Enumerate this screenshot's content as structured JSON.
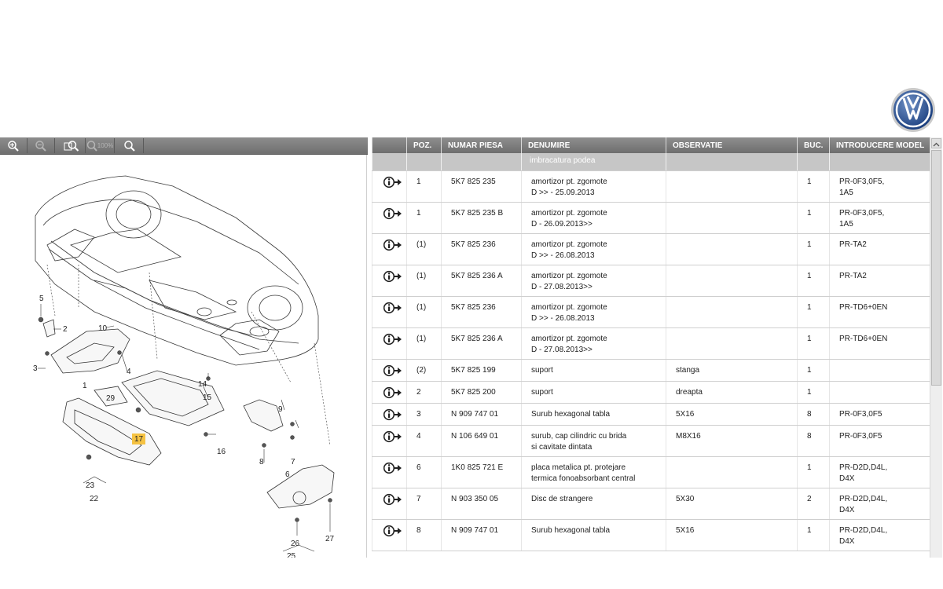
{
  "toolbar": {
    "zoom_in_icon": "magnifier-plus-icon",
    "zoom_out_icon": "magnifier-minus-icon",
    "zoom_fit_icon": "magnifier-fit-icon",
    "zoom_100_label": "100%",
    "search_icon": "magnifier-icon"
  },
  "diagram": {
    "callouts": [
      "5",
      "2",
      "10",
      "3",
      "4",
      "1",
      "14",
      "15",
      "29",
      "16",
      "9",
      "17",
      "8",
      "7",
      "6",
      "23",
      "22",
      "26",
      "27",
      "25"
    ],
    "highlight_color": "#f5c242"
  },
  "table": {
    "headers": [
      "",
      "POZ.",
      "NUMAR PIESA",
      "DENUMIRE",
      "OBSERVATIE",
      "BUC.",
      "INTRODUCERE MODEL"
    ],
    "group_label": "imbracatura podea",
    "rows": [
      {
        "poz": "1",
        "numar": "5K7 825 235",
        "den1": "amortizor pt. zgomote",
        "den2": "D              >> - 25.09.2013",
        "obs": "",
        "buc": "1",
        "model1": "PR-0F3,0F5,",
        "model2": "1A5"
      },
      {
        "poz": "1",
        "numar": "5K7 825 235 B",
        "den1": "amortizor pt. zgomote",
        "den2": "D - 26.09.2013>>",
        "obs": "",
        "buc": "1",
        "model1": "PR-0F3,0F5,",
        "model2": "1A5"
      },
      {
        "poz": "(1)",
        "numar": "5K7 825 236",
        "den1": "amortizor pt. zgomote",
        "den2": "D              >> - 26.08.2013",
        "obs": "",
        "buc": "1",
        "model1": "PR-TA2",
        "model2": ""
      },
      {
        "poz": "(1)",
        "numar": "5K7 825 236 A",
        "den1": "amortizor pt. zgomote",
        "den2": "D - 27.08.2013>>",
        "obs": "",
        "buc": "1",
        "model1": "PR-TA2",
        "model2": ""
      },
      {
        "poz": "(1)",
        "numar": "5K7 825 236",
        "den1": "amortizor pt. zgomote",
        "den2": "D              >> - 26.08.2013",
        "obs": "",
        "buc": "1",
        "model1": "PR-TD6+0EN",
        "model2": ""
      },
      {
        "poz": "(1)",
        "numar": "5K7 825 236 A",
        "den1": "amortizor pt. zgomote",
        "den2": "D - 27.08.2013>>",
        "obs": "",
        "buc": "1",
        "model1": "PR-TD6+0EN",
        "model2": ""
      },
      {
        "poz": "(2)",
        "numar": "5K7 825 199",
        "den1": "suport",
        "den2": "",
        "obs": "stanga",
        "buc": "1",
        "model1": "",
        "model2": ""
      },
      {
        "poz": "2",
        "numar": "5K7 825 200",
        "den1": "suport",
        "den2": "",
        "obs": "dreapta",
        "buc": "1",
        "model1": "",
        "model2": ""
      },
      {
        "poz": "3",
        "numar": "N   909 747 01",
        "den1": "Surub hexagonal tabla",
        "den2": "",
        "obs": "5X16",
        "buc": "8",
        "model1": "PR-0F3,0F5",
        "model2": ""
      },
      {
        "poz": "4",
        "numar": "N   106 649 01",
        "den1": "surub, cap cilindric cu brida",
        "den2": "si cavitate dintata",
        "obs": "M8X16",
        "buc": "8",
        "model1": "PR-0F3,0F5",
        "model2": ""
      },
      {
        "poz": "6",
        "numar": "1K0 825 721 E",
        "den1": "placa metalica pt. protejare",
        "den2": "termica fonoabsorbant central",
        "obs": "",
        "buc": "1",
        "model1": "PR-D2D,D4L,",
        "model2": "D4X"
      },
      {
        "poz": "7",
        "numar": "N   903 350 05",
        "den1": "Disc de strangere",
        "den2": "",
        "obs": "5X30",
        "buc": "2",
        "model1": "PR-D2D,D4L,",
        "model2": "D4X"
      },
      {
        "poz": "8",
        "numar": "N   909 747 01",
        "den1": "Surub hexagonal tabla",
        "den2": "",
        "obs": "5X16",
        "buc": "1",
        "model1": "PR-D2D,D4L,",
        "model2": "D4X"
      }
    ]
  }
}
